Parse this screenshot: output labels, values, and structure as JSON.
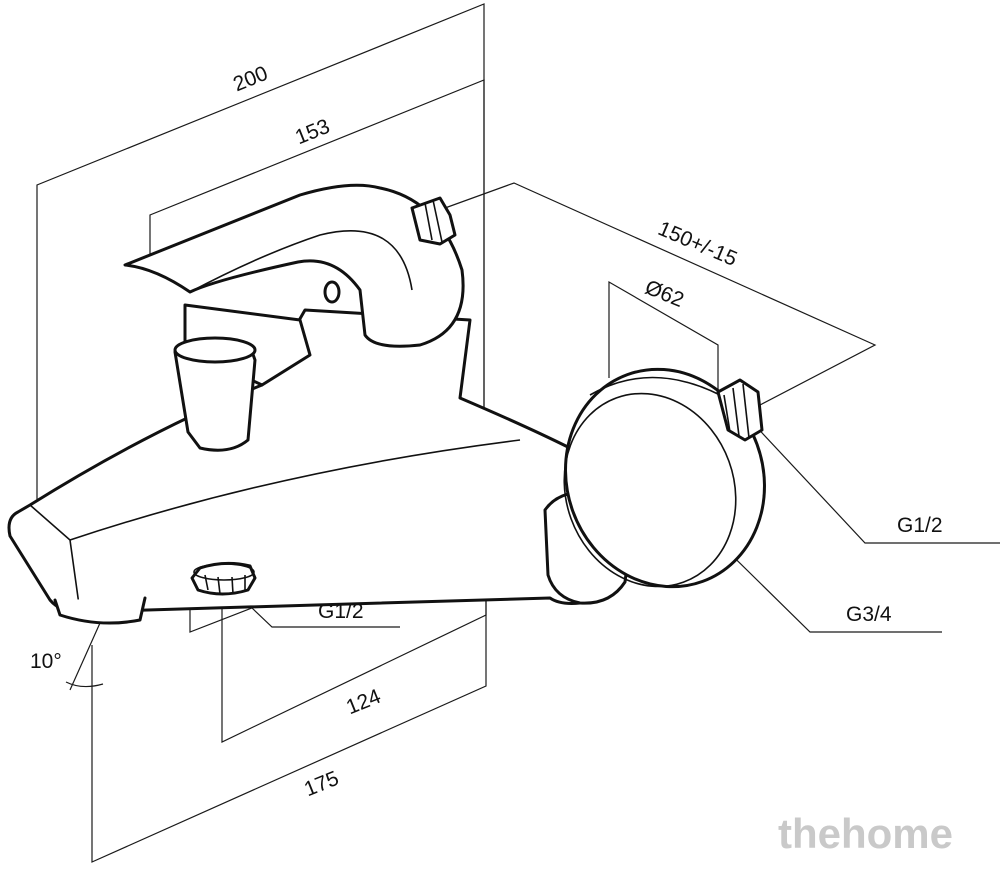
{
  "dimensions": {
    "overall_length": "200",
    "handle_length": "153",
    "center_distance": "150+/-15",
    "flange_diameter": "Ø62",
    "inlet_thread": "G1/2",
    "outlet_thread_bottom": "G1/2",
    "connection_thread": "G3/4",
    "spout_offset": "124",
    "body_length": "175",
    "spout_angle": "10°"
  },
  "watermark": "thehome",
  "colors": {
    "line": "#111111",
    "watermark": "#c9c9c9",
    "background": "#ffffff"
  }
}
